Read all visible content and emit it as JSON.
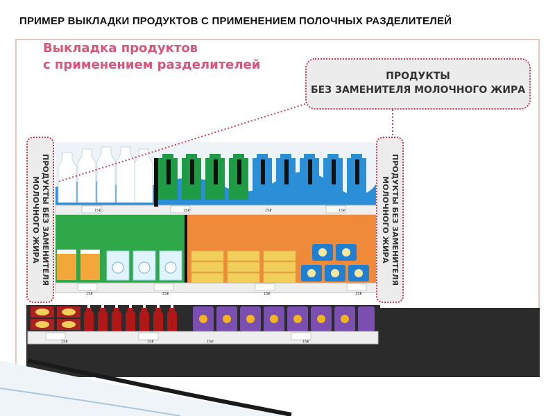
{
  "slide": {
    "title": "ПРИМЕР ВЫКЛАДКИ ПРОДУКТОВ С ПРИМЕНЕНИЕМ ПОЛОЧНЫХ РАЗДЕЛИТЕЛЕЙ"
  },
  "figure": {
    "title_line1": "Выкладка продуктов",
    "title_line2": "с применением разделителей",
    "callout_line1": "ПРОДУКТЫ",
    "callout_line2": "БЕЗ ЗАМЕНИТЕЛЯ МОЛОЧНОГО ЖИРА",
    "left_divider_text": "ПРОДУКТЫ БЕЗ ЗАМЕНИТЕЛЯ МОЛОЧНОГО ЖИРА",
    "right_divider_text": "ПРОДУКТЫ БЕЗ ЗАМЕНИТЕЛЯ МОЛОЧНОГО ЖИРА",
    "price_tags": [
      "15₽",
      "15₽",
      "15₽",
      "15₽",
      "15₽",
      "15₽",
      "15₽",
      "15₽",
      "15₽",
      "15₽",
      "15₽",
      "15₽"
    ]
  },
  "colors": {
    "accent_pink": "#d9567a",
    "dotted_red": "#c0435a",
    "milk_blue": "#2a8fd6",
    "milk_green": "#1f9a45",
    "shelf_green": "#2fa84a",
    "shelf_orange": "#ee8a3a",
    "butter_yellow": "#f2cf5b",
    "floor_dark": "#2b2b2b"
  }
}
